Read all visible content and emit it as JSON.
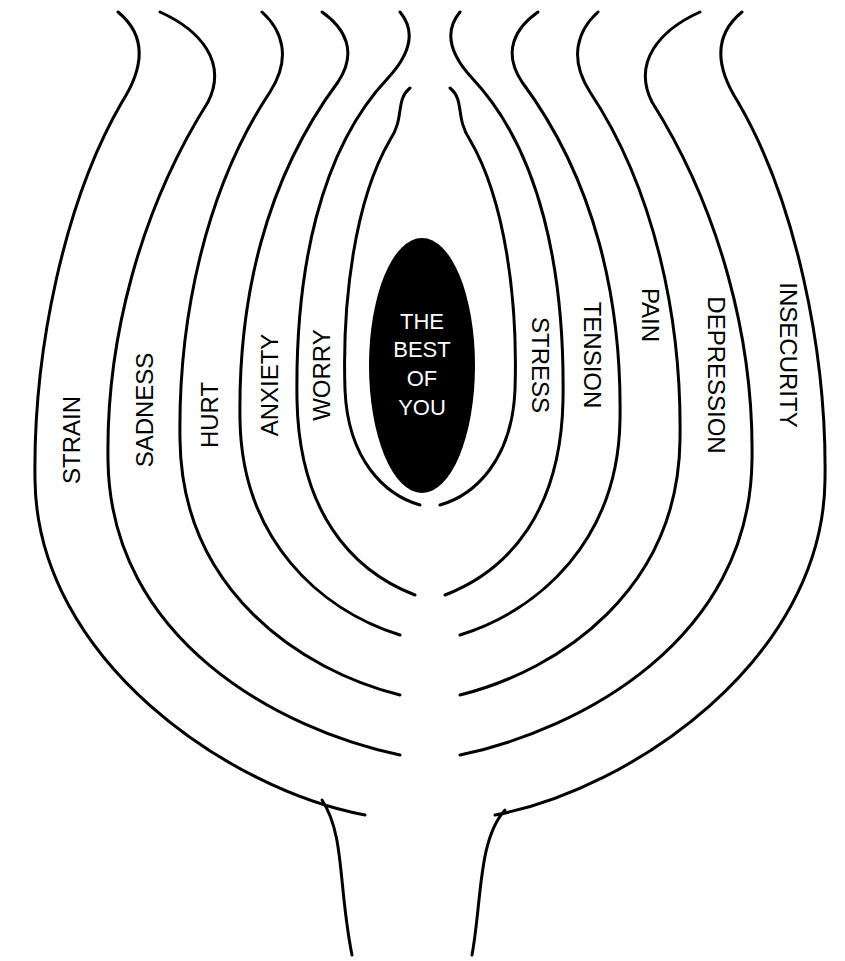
{
  "diagram": {
    "nodes": [
      {
        "text": [
          "THE BEST OF YOU"
        ]
      }
    ],
    "labels": [
      "STRAIN",
      "SADNESS",
      "HURT",
      "ANXIETY",
      "WORRY",
      "STRESS",
      "TENSION",
      "PAIN",
      "DEPRESSION",
      "INSECURITY"
    ]
  }
}
